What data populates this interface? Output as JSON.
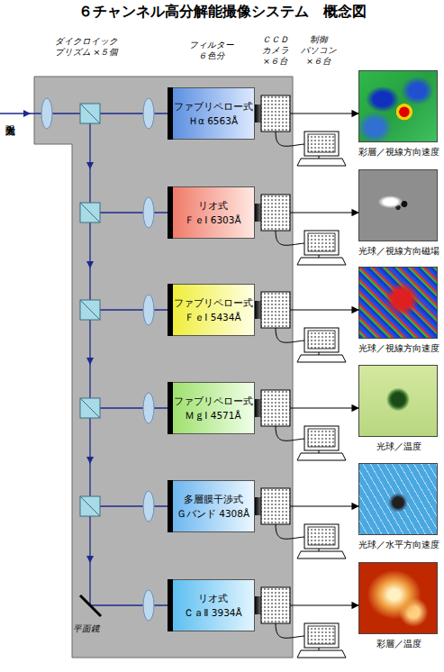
{
  "diagram": {
    "title": "６チャンネル高分解能撮像システム　概念図",
    "nodes": [
      {
        "text": [
          "ファブリペロー式",
          "Ｈα 6563Å"
        ]
      },
      {
        "text": [
          "リオ式",
          "ＦｅⅠ 6303Å"
        ]
      },
      {
        "text": [
          "ファブリペロー式",
          "ＦｅⅠ 5434Å"
        ]
      },
      {
        "text": [
          "ファブリペロー式",
          "ＭｇⅠ 4571Å"
        ]
      },
      {
        "text": [
          "多層膜干渉式",
          "Ｇバンド 4308Å"
        ]
      },
      {
        "text": [
          "リオ式",
          "ＣａⅡ 3934Å"
        ]
      },
      {
        "text": [
          "彩層／視線方向速度"
        ]
      },
      {
        "text": [
          "光球／視線方向磁場"
        ]
      },
      {
        "text": [
          "光球／視線方向速度"
        ]
      },
      {
        "text": [
          "光球／温度"
        ]
      },
      {
        "text": [
          "光球／水平方向速度"
        ]
      },
      {
        "text": [
          "彩層／温度"
        ]
      }
    ],
    "edges": [
      {
        "from": 0,
        "to": 6,
        "arrow": "to"
      },
      {
        "from": 1,
        "to": 7,
        "arrow": "to"
      },
      {
        "from": 2,
        "to": 8,
        "arrow": "to"
      },
      {
        "from": 3,
        "to": 9,
        "arrow": "to"
      },
      {
        "from": 4,
        "to": 10,
        "arrow": "to"
      },
      {
        "from": 5,
        "to": 11,
        "arrow": "to"
      }
    ],
    "labels": [
      "ダイクロイック プリズム ×５個",
      "フィルター ６色分",
      "ＣＣＤ カメラ ×６台",
      "制御 パソコン ×６台",
      "入射太陽光",
      "平面鏡"
    ]
  }
}
